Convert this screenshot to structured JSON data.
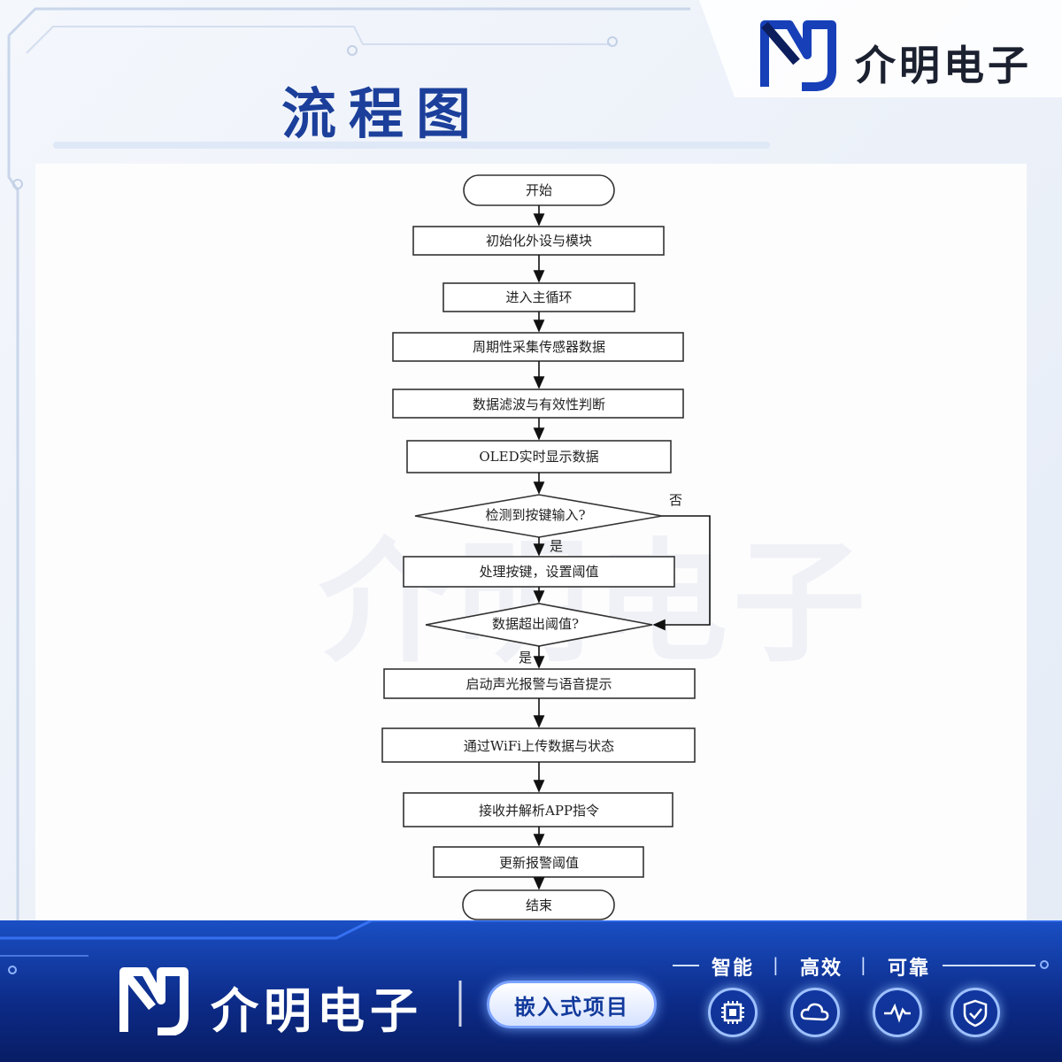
{
  "page_title": "流程图",
  "brand": {
    "name": "介明电子",
    "tag": "嵌入式项目"
  },
  "features": [
    "智能",
    "高效",
    "可靠"
  ],
  "watermark": "介明电子",
  "colors": {
    "primary": "#1b3f9a",
    "footer": "#0c2a86",
    "box_stroke": "#333333"
  },
  "icons": [
    "chip-icon",
    "cloud-icon",
    "pulse-icon",
    "shield-check-icon"
  ],
  "flowchart": {
    "nodes": {
      "start": "开始",
      "init": "初始化外设与模块",
      "loop": "进入主循环",
      "collect": "周期性采集传感器数据",
      "filter": "数据滤波与有效性判断",
      "display": "OLED实时显示数据",
      "key_check": "检测到按键输入?",
      "key_handle": "处理按键，设置阈值",
      "threshold_check": "数据超出阈值?",
      "alarm": "启动声光报警与语音提示",
      "upload": "通过WiFi上传数据与状态",
      "receive": "接收并解析APP指令",
      "update": "更新报警阈值",
      "end": "结束"
    },
    "labels": {
      "yes": "是",
      "no": "否"
    }
  }
}
